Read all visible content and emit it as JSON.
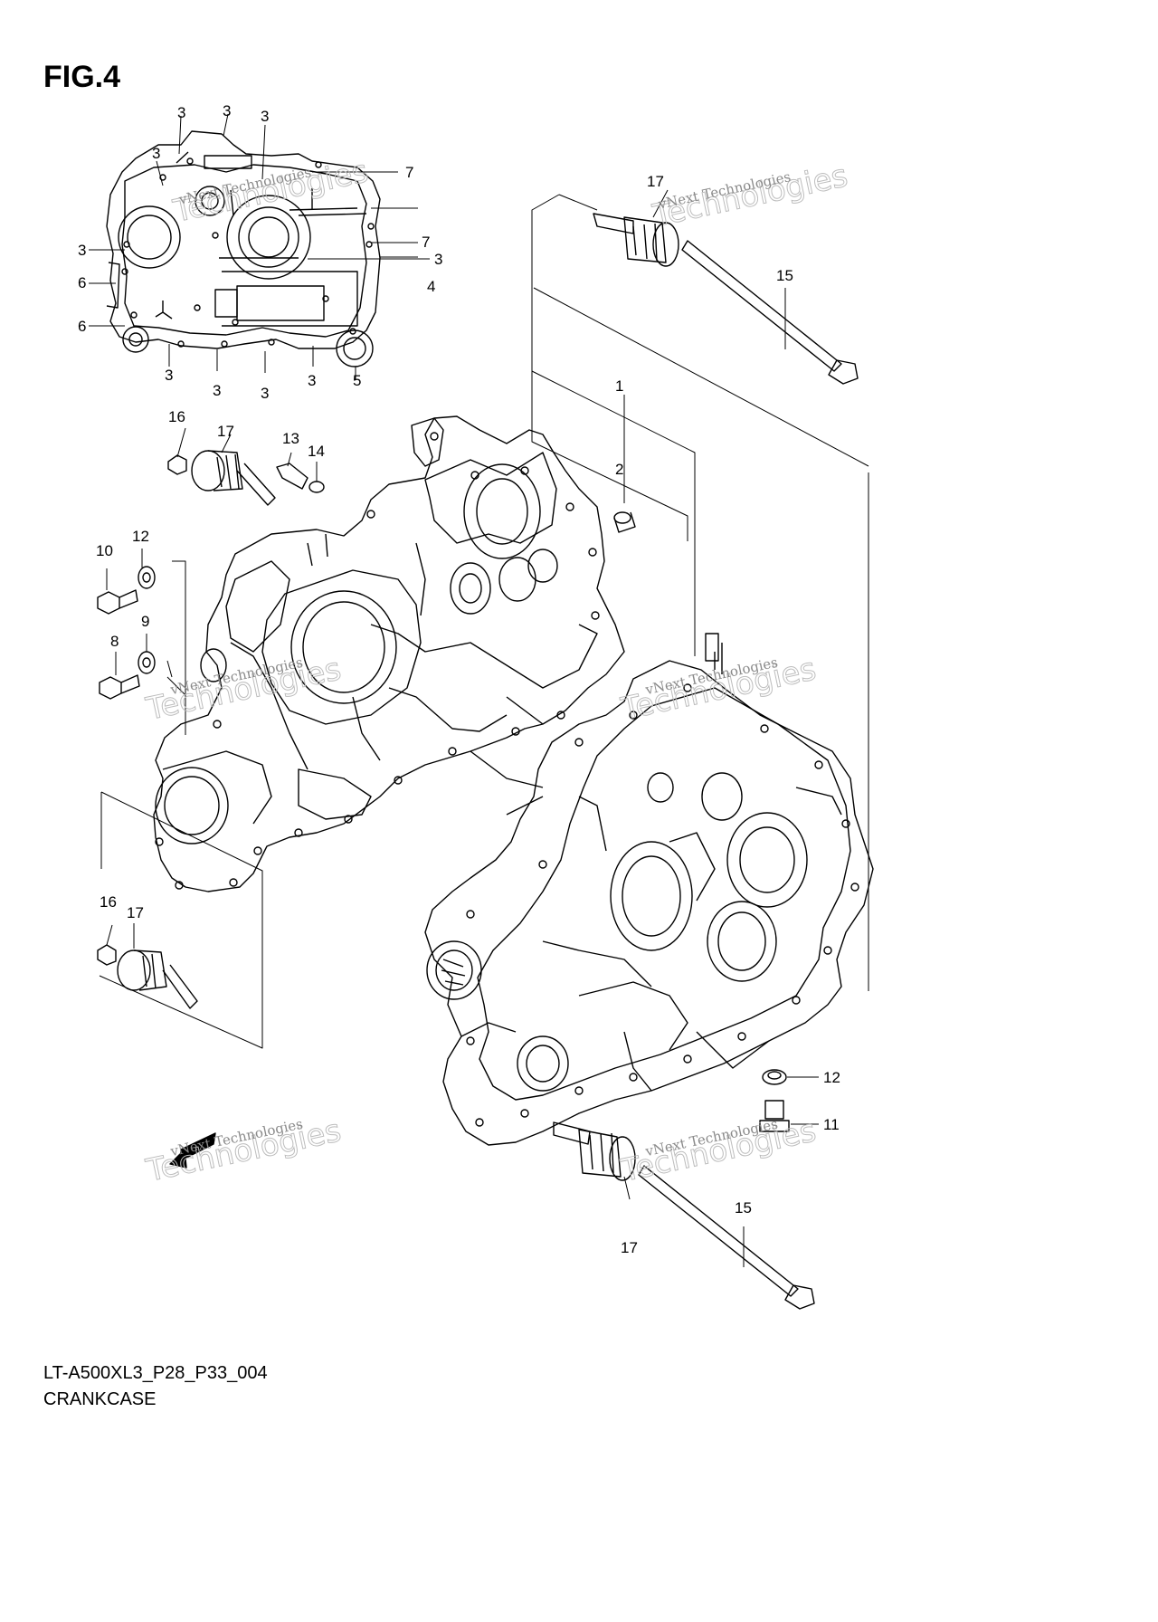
{
  "figure": {
    "title": "FIG.4",
    "model_code": "LT-A500XL3_P28_P33_004",
    "part_group": "CRANKCASE"
  },
  "watermark": {
    "line1": "vNext Technologies",
    "line2": "Technologies"
  },
  "callouts": {
    "c1": "1",
    "c2": "2",
    "c3": "3",
    "c4": "4",
    "c5": "5",
    "c6": "6",
    "c7": "7",
    "c8": "8",
    "c9": "9",
    "c10": "10",
    "c11": "11",
    "c12": "12",
    "c13": "13",
    "c14": "14",
    "c15": "15",
    "c16": "16",
    "c17": "17"
  },
  "colors": {
    "line": "#000000",
    "watermark": "#bdbdbd",
    "background": "#ffffff"
  }
}
